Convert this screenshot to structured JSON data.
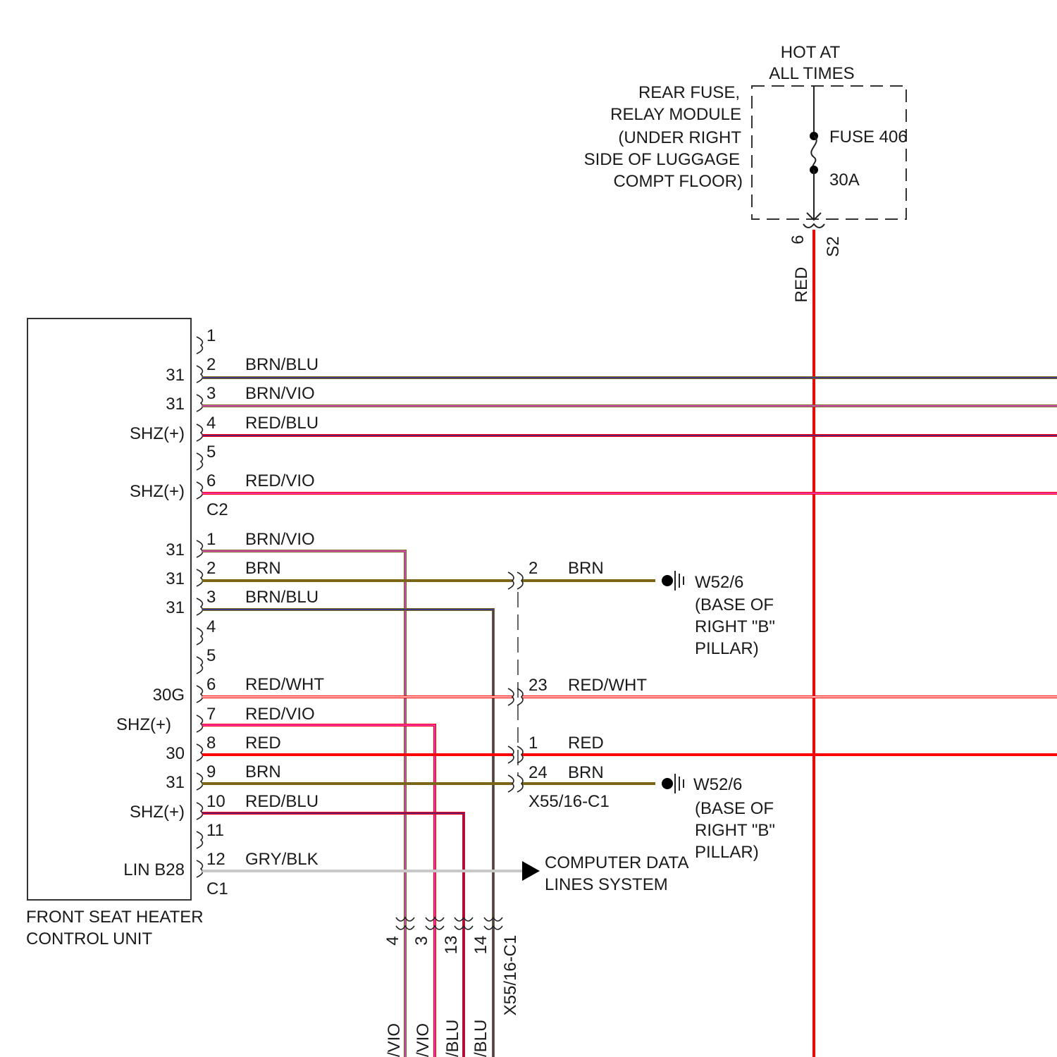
{
  "colors": {
    "red": "#ff0000",
    "brown": "#7a6616",
    "blue": "#2a2aa8",
    "violet": "#ee44ee",
    "white": "#ffffff",
    "gray": "#c8c8c8",
    "black": "#000000",
    "frame": "#333333"
  },
  "fuse_module": {
    "hot_label_1": "HOT AT",
    "hot_label_2": "ALL TIMES",
    "name_lines": [
      "REAR FUSE,",
      "RELAY MODULE",
      "(UNDER RIGHT",
      "SIDE OF LUGGAGE",
      "COMPT FLOOR)"
    ],
    "fuse_label": "FUSE 406",
    "fuse_rating": "30A",
    "pin": "6",
    "connector": "S2",
    "wire_color": "RED"
  },
  "control_unit": {
    "name_1": "FRONT SEAT HEATER",
    "name_2": "CONTROL UNIT",
    "c2_label": "C2",
    "c1_label": "C1"
  },
  "c2_pins": [
    {
      "pin": "1",
      "func": "",
      "wire": ""
    },
    {
      "pin": "2",
      "func": "31",
      "wire": "BRN/BLU"
    },
    {
      "pin": "3",
      "func": "31",
      "wire": "BRN/VIO"
    },
    {
      "pin": "4",
      "func": "SHZ(+)",
      "wire": "RED/BLU"
    },
    {
      "pin": "5",
      "func": "",
      "wire": ""
    },
    {
      "pin": "6",
      "func": "SHZ(+)",
      "wire": "RED/VIO"
    }
  ],
  "c1_pins": [
    {
      "pin": "1",
      "func": "31",
      "wire": "BRN/VIO"
    },
    {
      "pin": "2",
      "func": "31",
      "wire": "BRN"
    },
    {
      "pin": "3",
      "func": "31",
      "wire": "BRN/BLU"
    },
    {
      "pin": "4",
      "func": "",
      "wire": ""
    },
    {
      "pin": "5",
      "func": "",
      "wire": ""
    },
    {
      "pin": "6",
      "func": "30G",
      "wire": "RED/WHT"
    },
    {
      "pin": "7",
      "func": "SHZ(+)",
      "wire": "RED/VIO"
    },
    {
      "pin": "8",
      "func": "30",
      "wire": "RED"
    },
    {
      "pin": "9",
      "func": "31",
      "wire": "BRN"
    },
    {
      "pin": "10",
      "func": "SHZ(+)",
      "wire": "RED/BLU"
    },
    {
      "pin": "11",
      "func": "",
      "wire": ""
    },
    {
      "pin": "12",
      "func": "LIN B28",
      "wire": "GRY/BLK"
    }
  ],
  "x55_connector": {
    "label": "X55/16-C1",
    "pins": [
      {
        "pin": "2",
        "wire": "BRN"
      },
      {
        "pin": "23",
        "wire": "RED/WHT"
      },
      {
        "pin": "1",
        "wire": "RED"
      },
      {
        "pin": "24",
        "wire": "BRN"
      }
    ],
    "bottom_pins": [
      "4",
      "3",
      "13",
      "14"
    ],
    "bottom_label": "X55/16-C1",
    "bottom_wires": [
      "/VIO",
      "/VIO",
      "/BLU",
      "/BLU"
    ]
  },
  "grounds": [
    {
      "name": "W52/6",
      "lines": [
        "(BASE OF",
        "RIGHT \"B\"",
        "PILLAR)"
      ]
    },
    {
      "name": "W52/6",
      "lines": [
        "(BASE OF",
        "RIGHT \"B\"",
        "PILLAR)"
      ]
    }
  ],
  "data_lines": {
    "line_1": "COMPUTER DATA",
    "line_2": "LINES SYSTEM"
  }
}
